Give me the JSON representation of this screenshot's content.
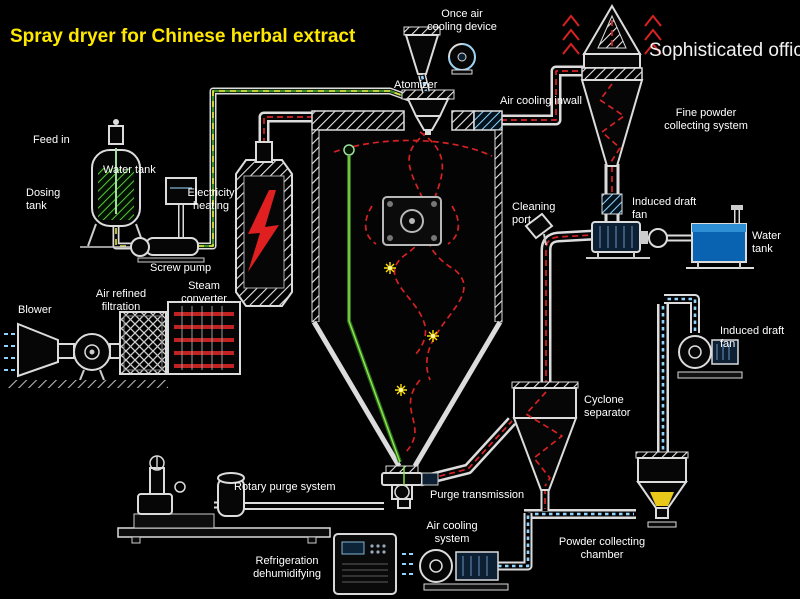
{
  "title": "Spray dryer for Chinese herbal extract",
  "watermark": "Sophisticated officina",
  "labels": {
    "once_air_cooling_device": "Once air\ncooling device",
    "atomizer": "Atomizer",
    "air_cooling_inwall": "Air cooling inwall",
    "fine_powder_collecting_system": "Fine powder\ncollecting system",
    "feed_in": "Feed in",
    "water_tank_left": "Water tank",
    "dosing_tank": "Dosing\ntank",
    "electricity_heating": "Electricity\nheating",
    "screw_pump": "Screw pump",
    "cleaning_port": "Cleaning\nport",
    "induced_draft_fan_top": "Induced draft\nfan",
    "water_tank_right": "Water\ntank",
    "blower": "Blower",
    "air_refined_filtration": "Air refined\nfiltration",
    "steam_converter": "Steam\nconverter",
    "induced_draft_fan_right": "Induced draft\nfan",
    "cyclone_separator": "Cyclone\nseparator",
    "rotary_purge_system": "Rotary purge system",
    "purge_transmission": "Purge transmission",
    "air_cooling_system": "Air cooling\nsystem",
    "refrigeration_dehumidifying": "Refrigeration\ndehumidifying",
    "powder_collecting_chamber": "Powder collecting\nchamber"
  },
  "colors": {
    "background": "#000000",
    "title_text": "#ffe800",
    "label_text": "#ffffff",
    "hot_air_flow": "#d62222",
    "cool_air_flow": "#8fd4ff",
    "feed_line": "#3f8f2f",
    "pump_line_dashes": "#e8e240",
    "powder": "#e8c818",
    "lightning": "#e02020",
    "water_fill": "#0a63b0"
  }
}
